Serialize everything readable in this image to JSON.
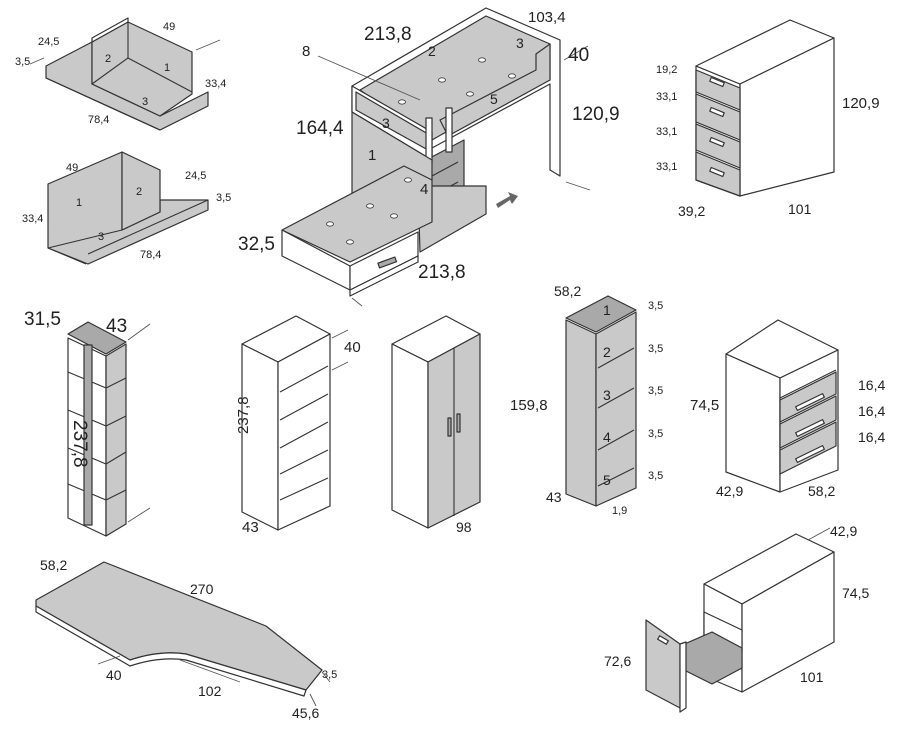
{
  "corner_shelf_top": {
    "depth": "24,5",
    "width": "49",
    "thickness": "3,5",
    "height": "33,4",
    "length": "78,4",
    "section_1": "1",
    "section_2": "2",
    "section_3": "3"
  },
  "corner_shelf_bottom": {
    "width": "49",
    "depth": "24,5",
    "thickness": "3,5",
    "height": "33,4",
    "length": "78,4",
    "section_1": "1",
    "section_2": "2",
    "section_3": "3"
  },
  "bunk_bed": {
    "top_length": "213,8",
    "top_depth": "103,4",
    "rail_offset": "8",
    "rail_height": "40",
    "total_height": "120,9",
    "lower_height": "164,4",
    "base_height": "32,5",
    "bottom_length": "213,8",
    "section_1": "1",
    "section_2": "2",
    "section_3": "3",
    "section_4": "4",
    "section_5": "5"
  },
  "drawer_chest": {
    "top_drawer": "19,2",
    "drawer_2": "33,1",
    "drawer_3": "33,1",
    "drawer_4": "33,1",
    "height": "120,9",
    "width": "39,2",
    "depth": "101"
  },
  "narrow_bookcase": {
    "width": "31,5",
    "depth": "43",
    "height": "237,8"
  },
  "open_bookcase": {
    "depth": "40",
    "height": "237,8",
    "width": "43"
  },
  "wardrobe": {
    "width": "98"
  },
  "cube_shelf": {
    "top_width": "58,2",
    "thickness_1": "3,5",
    "thickness_2": "3,5",
    "thickness_3": "3,5",
    "thickness_4": "3,5",
    "thickness_5": "3,5",
    "height": "159,8",
    "depth": "43",
    "base": "1,9",
    "section_1": "1",
    "section_2": "2",
    "section_3": "3",
    "section_4": "4",
    "section_5": "5"
  },
  "desk_drawer_unit": {
    "drawer_1": "16,4",
    "drawer_2": "16,4",
    "drawer_3": "16,4",
    "height": "74,5",
    "depth": "42,9",
    "width": "58,2"
  },
  "desk_top": {
    "depth": "58,2",
    "length": "270",
    "return_depth": "40",
    "return_length": "102",
    "thickness": "3,5",
    "end_width": "45,6"
  },
  "pedestal_unit": {
    "depth": "42,9",
    "height": "74,5",
    "drawer_height": "72,6",
    "width": "101"
  }
}
